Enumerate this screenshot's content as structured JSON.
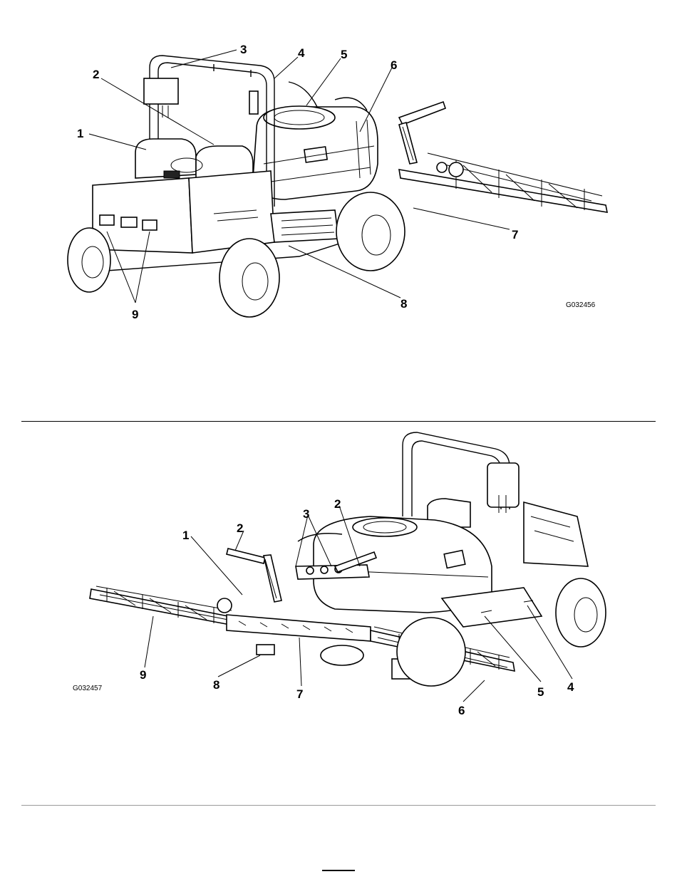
{
  "figure_1": {
    "id": "G032456",
    "callouts": [
      "1",
      "2",
      "3",
      "4",
      "5",
      "6",
      "7",
      "8",
      "9"
    ]
  },
  "figure_2": {
    "id": "G032457",
    "callouts": [
      "1",
      "2",
      "2",
      "3",
      "4",
      "5",
      "6",
      "7",
      "8",
      "9"
    ]
  }
}
